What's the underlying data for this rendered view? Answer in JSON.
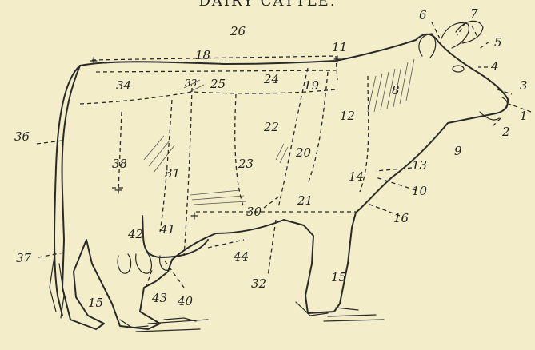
{
  "figure": {
    "title": "DAIRY CATTLE.",
    "labels": [
      "1",
      "2",
      "3",
      "4",
      "5",
      "6",
      "7",
      "8",
      "9",
      "10",
      "11",
      "12",
      "13",
      "14",
      "15",
      "15",
      "16",
      "18",
      "19",
      "20",
      "21",
      "22",
      "23",
      "24",
      "25",
      "26",
      "30",
      "31",
      "32",
      "33",
      "34",
      "36",
      "37",
      "38",
      "40",
      "41",
      "42",
      "43",
      "44"
    ]
  },
  "colors": {
    "paper": "#f4edc9",
    "ink": "#2a2a2a"
  }
}
